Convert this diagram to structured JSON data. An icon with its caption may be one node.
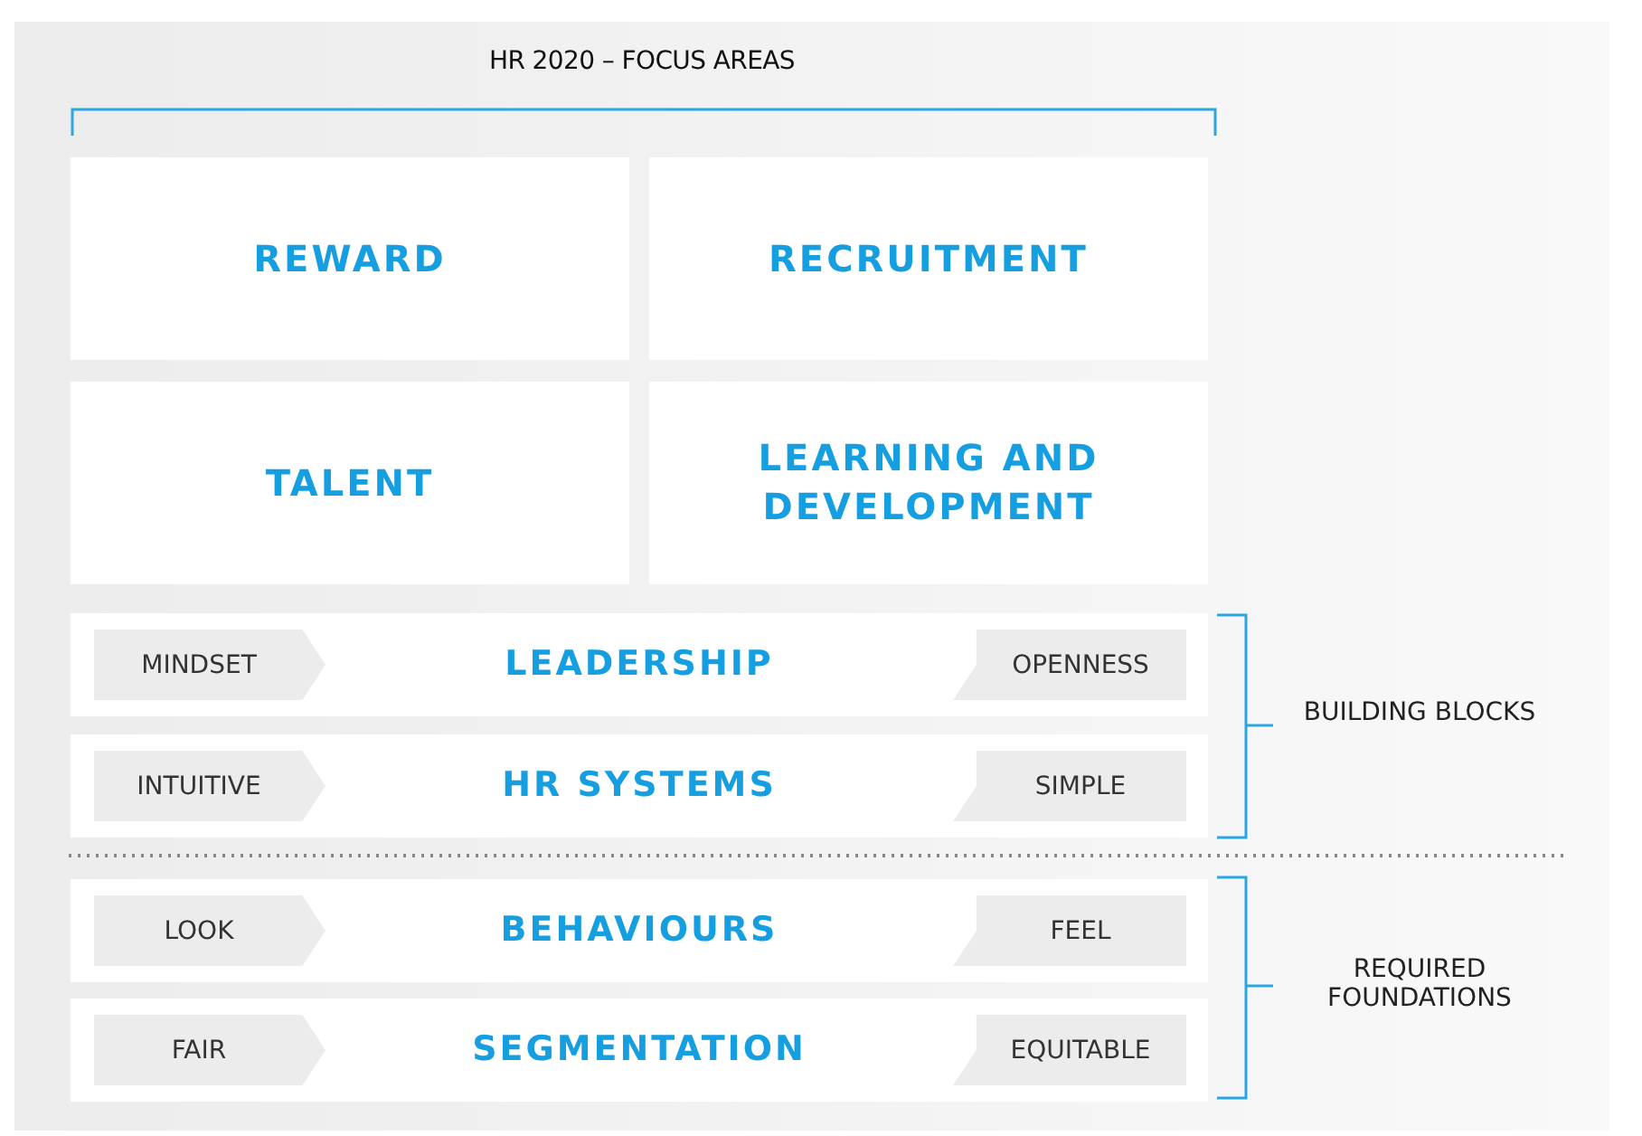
{
  "diagram": {
    "title": "HR 2020 – FOCUS AREAS",
    "nodes": [
      {
        "text": [
          "REWARD"
        ]
      },
      {
        "text": [
          "RECRUITMENT"
        ]
      },
      {
        "text": [
          "TALENT"
        ]
      },
      {
        "text": [
          "LEARNING AND DEVELOPMENT"
        ]
      },
      {
        "text": [
          "LEADERSHIP"
        ]
      },
      {
        "text": [
          "MINDSET"
        ],
        "in": 4
      },
      {
        "text": [
          "OPENNESS"
        ],
        "in": 4
      },
      {
        "text": [
          "HR SYSTEMS"
        ]
      },
      {
        "text": [
          "INTUITIVE"
        ],
        "in": 7
      },
      {
        "text": [
          "SIMPLE"
        ],
        "in": 7
      },
      {
        "text": [
          "BEHAVIOURS"
        ]
      },
      {
        "text": [
          "LOOK"
        ],
        "in": 10
      },
      {
        "text": [
          "FEEL"
        ],
        "in": 10
      },
      {
        "text": [
          "SEGMENTATION"
        ]
      },
      {
        "text": [
          "FAIR"
        ],
        "in": 13
      },
      {
        "text": [
          "EQUITABLE"
        ],
        "in": 13
      }
    ],
    "labels": [
      "BUILDING BLOCKS",
      "REQUIRED FOUNDATIONS"
    ]
  }
}
